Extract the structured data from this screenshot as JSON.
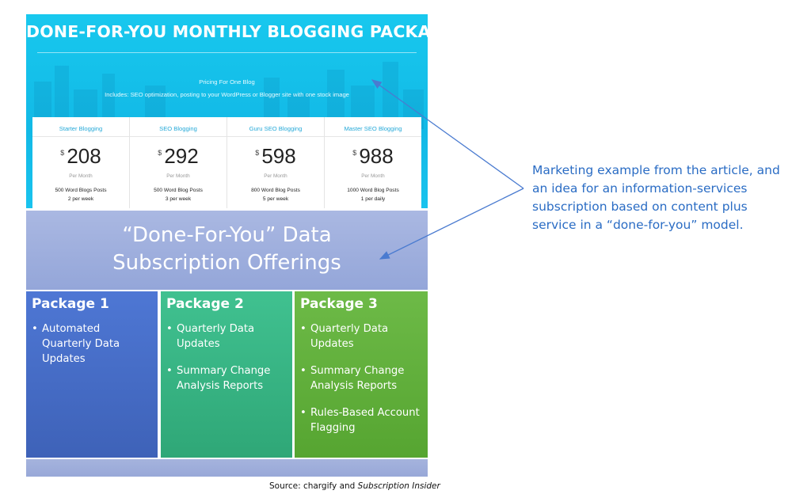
{
  "banner": {
    "title": "DONE-FOR-YOU MONTHLY BLOGGING PACKAGES",
    "subtitle": "Pricing For One Blog",
    "includes": "Includes: SEO optimization, posting to your WordPress or Blogger site with one stock image"
  },
  "packages": [
    {
      "name": "Starter Blogging",
      "currency": "$",
      "price": "208",
      "per": "Per Month",
      "posts": "500 Word Blogs Posts",
      "freq": "2 per week"
    },
    {
      "name": "SEO Blogging",
      "currency": "$",
      "price": "292",
      "per": "Per Month",
      "posts": "500 Word Blog Posts",
      "freq": "3 per week"
    },
    {
      "name": "Guru SEO Blogging",
      "currency": "$",
      "price": "598",
      "per": "Per Month",
      "posts": "800 Word Blog Posts",
      "freq": "5 per week"
    },
    {
      "name": "Master SEO Blogging",
      "currency": "$",
      "price": "988",
      "per": "Per Month",
      "posts": "1000 Word Blog Posts",
      "freq": "1 per daily"
    }
  ],
  "offering": {
    "line1": "“Done-For-You” Data",
    "line2": "Subscription Offerings"
  },
  "data_packages": [
    {
      "title": "Package 1",
      "items": [
        "Automated Quarterly Data Updates"
      ]
    },
    {
      "title": "Package 2",
      "items": [
        "Quarterly Data Updates",
        "Summary Change Analysis Reports"
      ]
    },
    {
      "title": "Package 3",
      "items": [
        "Quarterly Data Updates",
        "Summary Change Analysis Reports",
        "Rules-Based Account Flagging"
      ]
    }
  ],
  "source": {
    "prefix": "Source: chargify and ",
    "italic": "Subscription Insider"
  },
  "note": {
    "lines": [
      "Marketing example from the article, and",
      "an idea for an information-services",
      "subscription based on content plus",
      "service in a “done-for-you” model."
    ]
  },
  "colors": {
    "accent": "#2a6cc4",
    "banner": "#12b9e6",
    "pkg1": "#4466c0",
    "pkg2": "#35b283",
    "pkg3": "#62b03c"
  }
}
